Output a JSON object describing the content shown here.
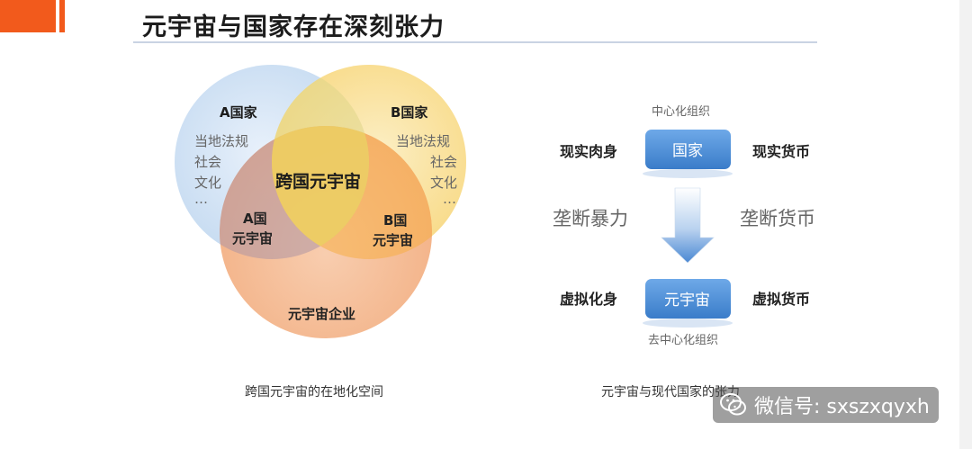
{
  "header": {
    "title": "元宇宙与国家存在深刻张力"
  },
  "venn": {
    "circle_a_title": "A国家",
    "circle_a_items": [
      "当地法规",
      "社会",
      "文化",
      "…"
    ],
    "circle_b_title": "B国家",
    "circle_b_items": [
      "当地法规",
      "社会",
      "文化",
      "…"
    ],
    "center_label": "跨国元宇宙",
    "ac_label_line1": "A国",
    "ac_label_line2": "元宇宙",
    "bc_label_line1": "B国",
    "bc_label_line2": "元宇宙",
    "bottom_label": "元宇宙企业",
    "caption": "跨国元宇宙的在地化空间"
  },
  "flow": {
    "top_caption": "中心化组织",
    "top_box": "国家",
    "top_left": "现实肉身",
    "top_right": "现实货币",
    "mid_left": "垄断暴力",
    "mid_right": "垄断货币",
    "bottom_box": "元宇宙",
    "bottom_left": "虚拟化身",
    "bottom_right": "虚拟货币",
    "bottom_caption": "去中心化组织",
    "caption": "元宇宙与现代国家的张力"
  },
  "watermark": {
    "text": "微信号: sxszxqyxh"
  },
  "colors": {
    "accent": "#f25a1c",
    "circle_a": "#b9d3ee",
    "circle_b": "#f9d77a",
    "circle_c": "#f2a46e",
    "box_blue": "#4b8fd8"
  }
}
